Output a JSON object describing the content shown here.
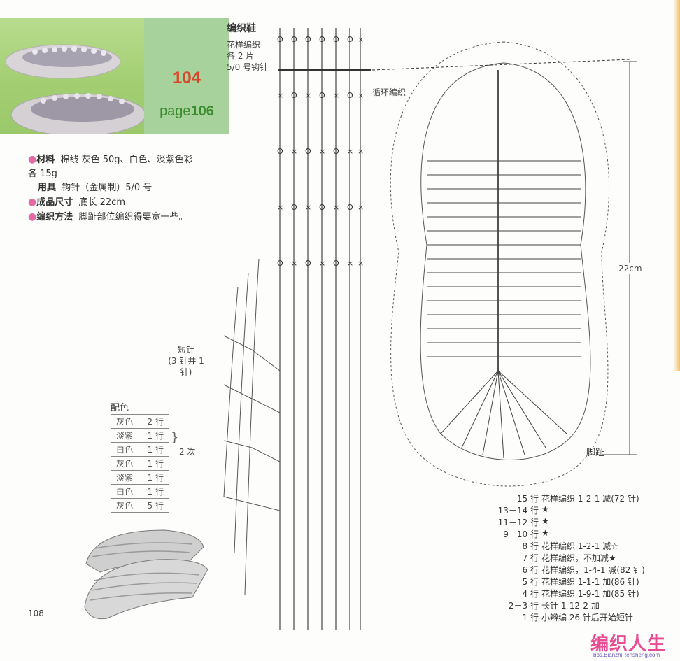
{
  "header": {
    "pattern_no": "104",
    "page_prefix": "page",
    "page_ref": "106"
  },
  "materials": {
    "materials_label": "材料",
    "materials_text": "棉线  灰色 50g、白色、淡紫色彩",
    "materials_text2": "各 15g",
    "tools_label": "用具",
    "tools_text": "钩针（金属制）5/0 号",
    "size_label": "成品尺寸",
    "size_text": "底长 22cm",
    "method_label": "编织方法",
    "method_text": "脚趾部位编织得要宽一些。"
  },
  "pattern": {
    "title": "编织鞋",
    "line1": "花样编织",
    "line2": "各 2 片",
    "line3": "5/0 号钩针",
    "loop_label": "循环编织",
    "short_stitch": "短针",
    "short_stitch_note": "(3 针并 1 针)",
    "length_label": "22cm",
    "toe_label": "脚趾"
  },
  "color_scheme": {
    "title": "配色",
    "repeat_label": "2 次",
    "rows": [
      {
        "color": "灰色",
        "rows": "2 行"
      },
      {
        "color": "淡紫",
        "rows": "1 行"
      },
      {
        "color": "白色",
        "rows": "1 行"
      },
      {
        "color": "灰色",
        "rows": "1 行"
      },
      {
        "color": "淡紫",
        "rows": "1 行"
      },
      {
        "color": "白色",
        "rows": "1 行"
      },
      {
        "color": "灰色",
        "rows": "5 行"
      }
    ]
  },
  "row_instructions": [
    {
      "row": "15 行",
      "desc": "花样编织 1-2-1 减(72 针)"
    },
    {
      "row": "13－14 行",
      "desc": "★"
    },
    {
      "row": "11－12 行",
      "desc": "★"
    },
    {
      "row": "9－10 行",
      "desc": "★"
    },
    {
      "row": "8 行",
      "desc": "花样编织 1-2-1 减☆"
    },
    {
      "row": "7 行",
      "desc": "花样编织，不加减★"
    },
    {
      "row": "6 行",
      "desc": "花样编织，1-4-1 减(82 针)"
    },
    {
      "row": "5 行",
      "desc": "花样编织 1-1-1 加(86 针)"
    },
    {
      "row": "4 行",
      "desc": "花样编织 1-9-1 加(85 针)"
    },
    {
      "row": "2－3 行",
      "desc": "长针 1-12-2 加"
    },
    {
      "row": "1 行",
      "desc": "小辫编 26 针后开始短针"
    }
  ],
  "footer": {
    "page_number": "108"
  },
  "watermark": {
    "brand": "编织人生",
    "url": "bbs.BianzhiRensheng.com"
  },
  "colors": {
    "badge_bg": "#a7d29b",
    "number_red": "#d9472b",
    "page_green": "#3a8a2e",
    "bullet_pink": "#e36aa6",
    "watermark_pink": "#e94c93"
  }
}
